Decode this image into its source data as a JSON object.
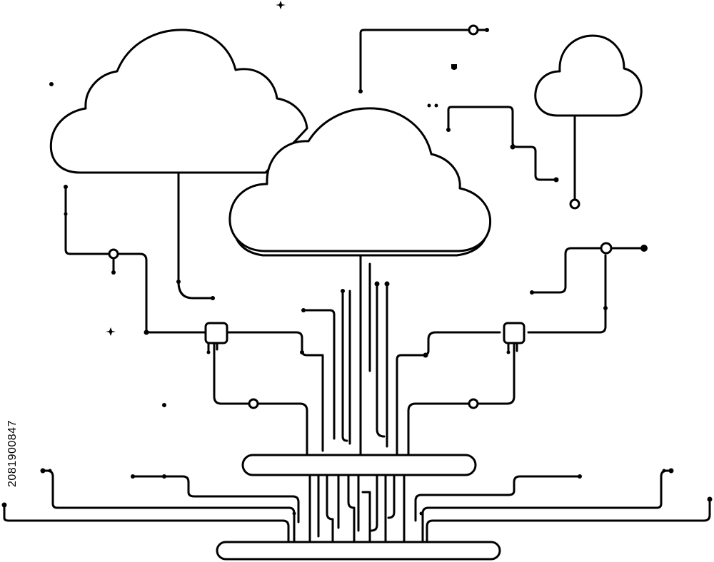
{
  "stock_id": "2081900847",
  "illustration": {
    "subject": "cloud-computing-network",
    "style": "black line art on white",
    "colors": {
      "line": "#000000",
      "background": "#ffffff"
    },
    "elements": {
      "clouds": [
        "left-cloud",
        "center-cloud",
        "right-cloud"
      ],
      "hubs": [
        "left-chip",
        "right-chip"
      ],
      "base": [
        "upper-platform",
        "lower-platform"
      ]
    }
  }
}
